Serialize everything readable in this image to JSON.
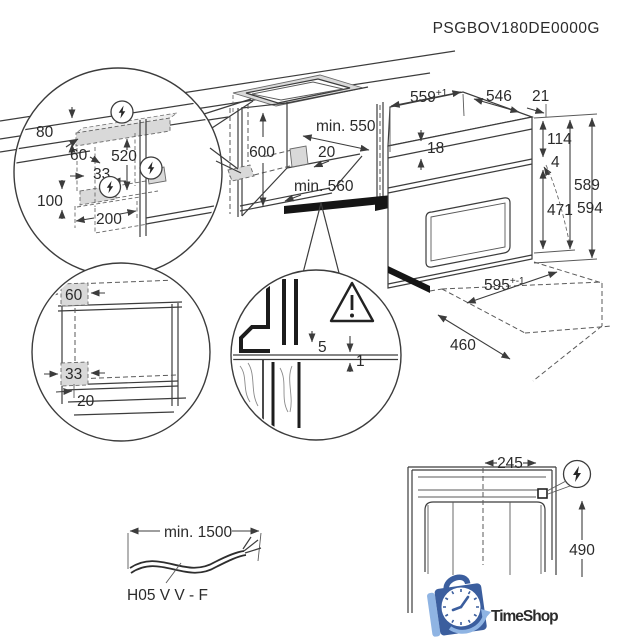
{
  "product_code": "PSGBOV180DE0000G",
  "colors": {
    "line": "#3c3c3c",
    "shade": "#d9d9d9",
    "plinth": "#151515",
    "brand_dark": "#3b5e9e",
    "brand_mid": "#4d86c5",
    "brand_pale": "#8fb4e3"
  },
  "icons": {
    "power": "lightning-bolt",
    "warning": "exclamation-triangle",
    "clock": "clock-face",
    "bag": "shopping-bag"
  },
  "niche_view": {
    "dims": {
      "height": "600",
      "depth_min": "min. 550",
      "rear_gap": "20",
      "width_min": "min. 560"
    }
  },
  "oven_view": {
    "dims": {
      "top_width": "559",
      "top_width_tol": "+1",
      "top_depth": "546",
      "rear_offset": "21",
      "top_edge": "18",
      "panel_height": "114",
      "panel_gap": "4",
      "door_height": "471",
      "height_with_feet": "589",
      "total_height": "594",
      "front_width": "595",
      "front_width_tol": "+-1",
      "body_depth": "460"
    }
  },
  "power_detail": {
    "dims": {
      "worktop_band": "80",
      "box_inset": "60",
      "drop_height": "520",
      "side_offset": "33",
      "zone_height": "100",
      "zone_width": "200"
    }
  },
  "side_detail": {
    "dims": {
      "top_zone": "60",
      "bottom_zone": "33",
      "front_setback": "20"
    }
  },
  "gap_detail": {
    "dims": {
      "door_gap": "5",
      "panel_gap": "1"
    }
  },
  "cable_detail": {
    "length": "min. 1500",
    "cable_type": "H05 V V - F"
  },
  "rear_view": {
    "dims": {
      "outlet_offset": "245",
      "outlet_height": "490"
    }
  },
  "watermark": {
    "brand": "TimeShop"
  }
}
